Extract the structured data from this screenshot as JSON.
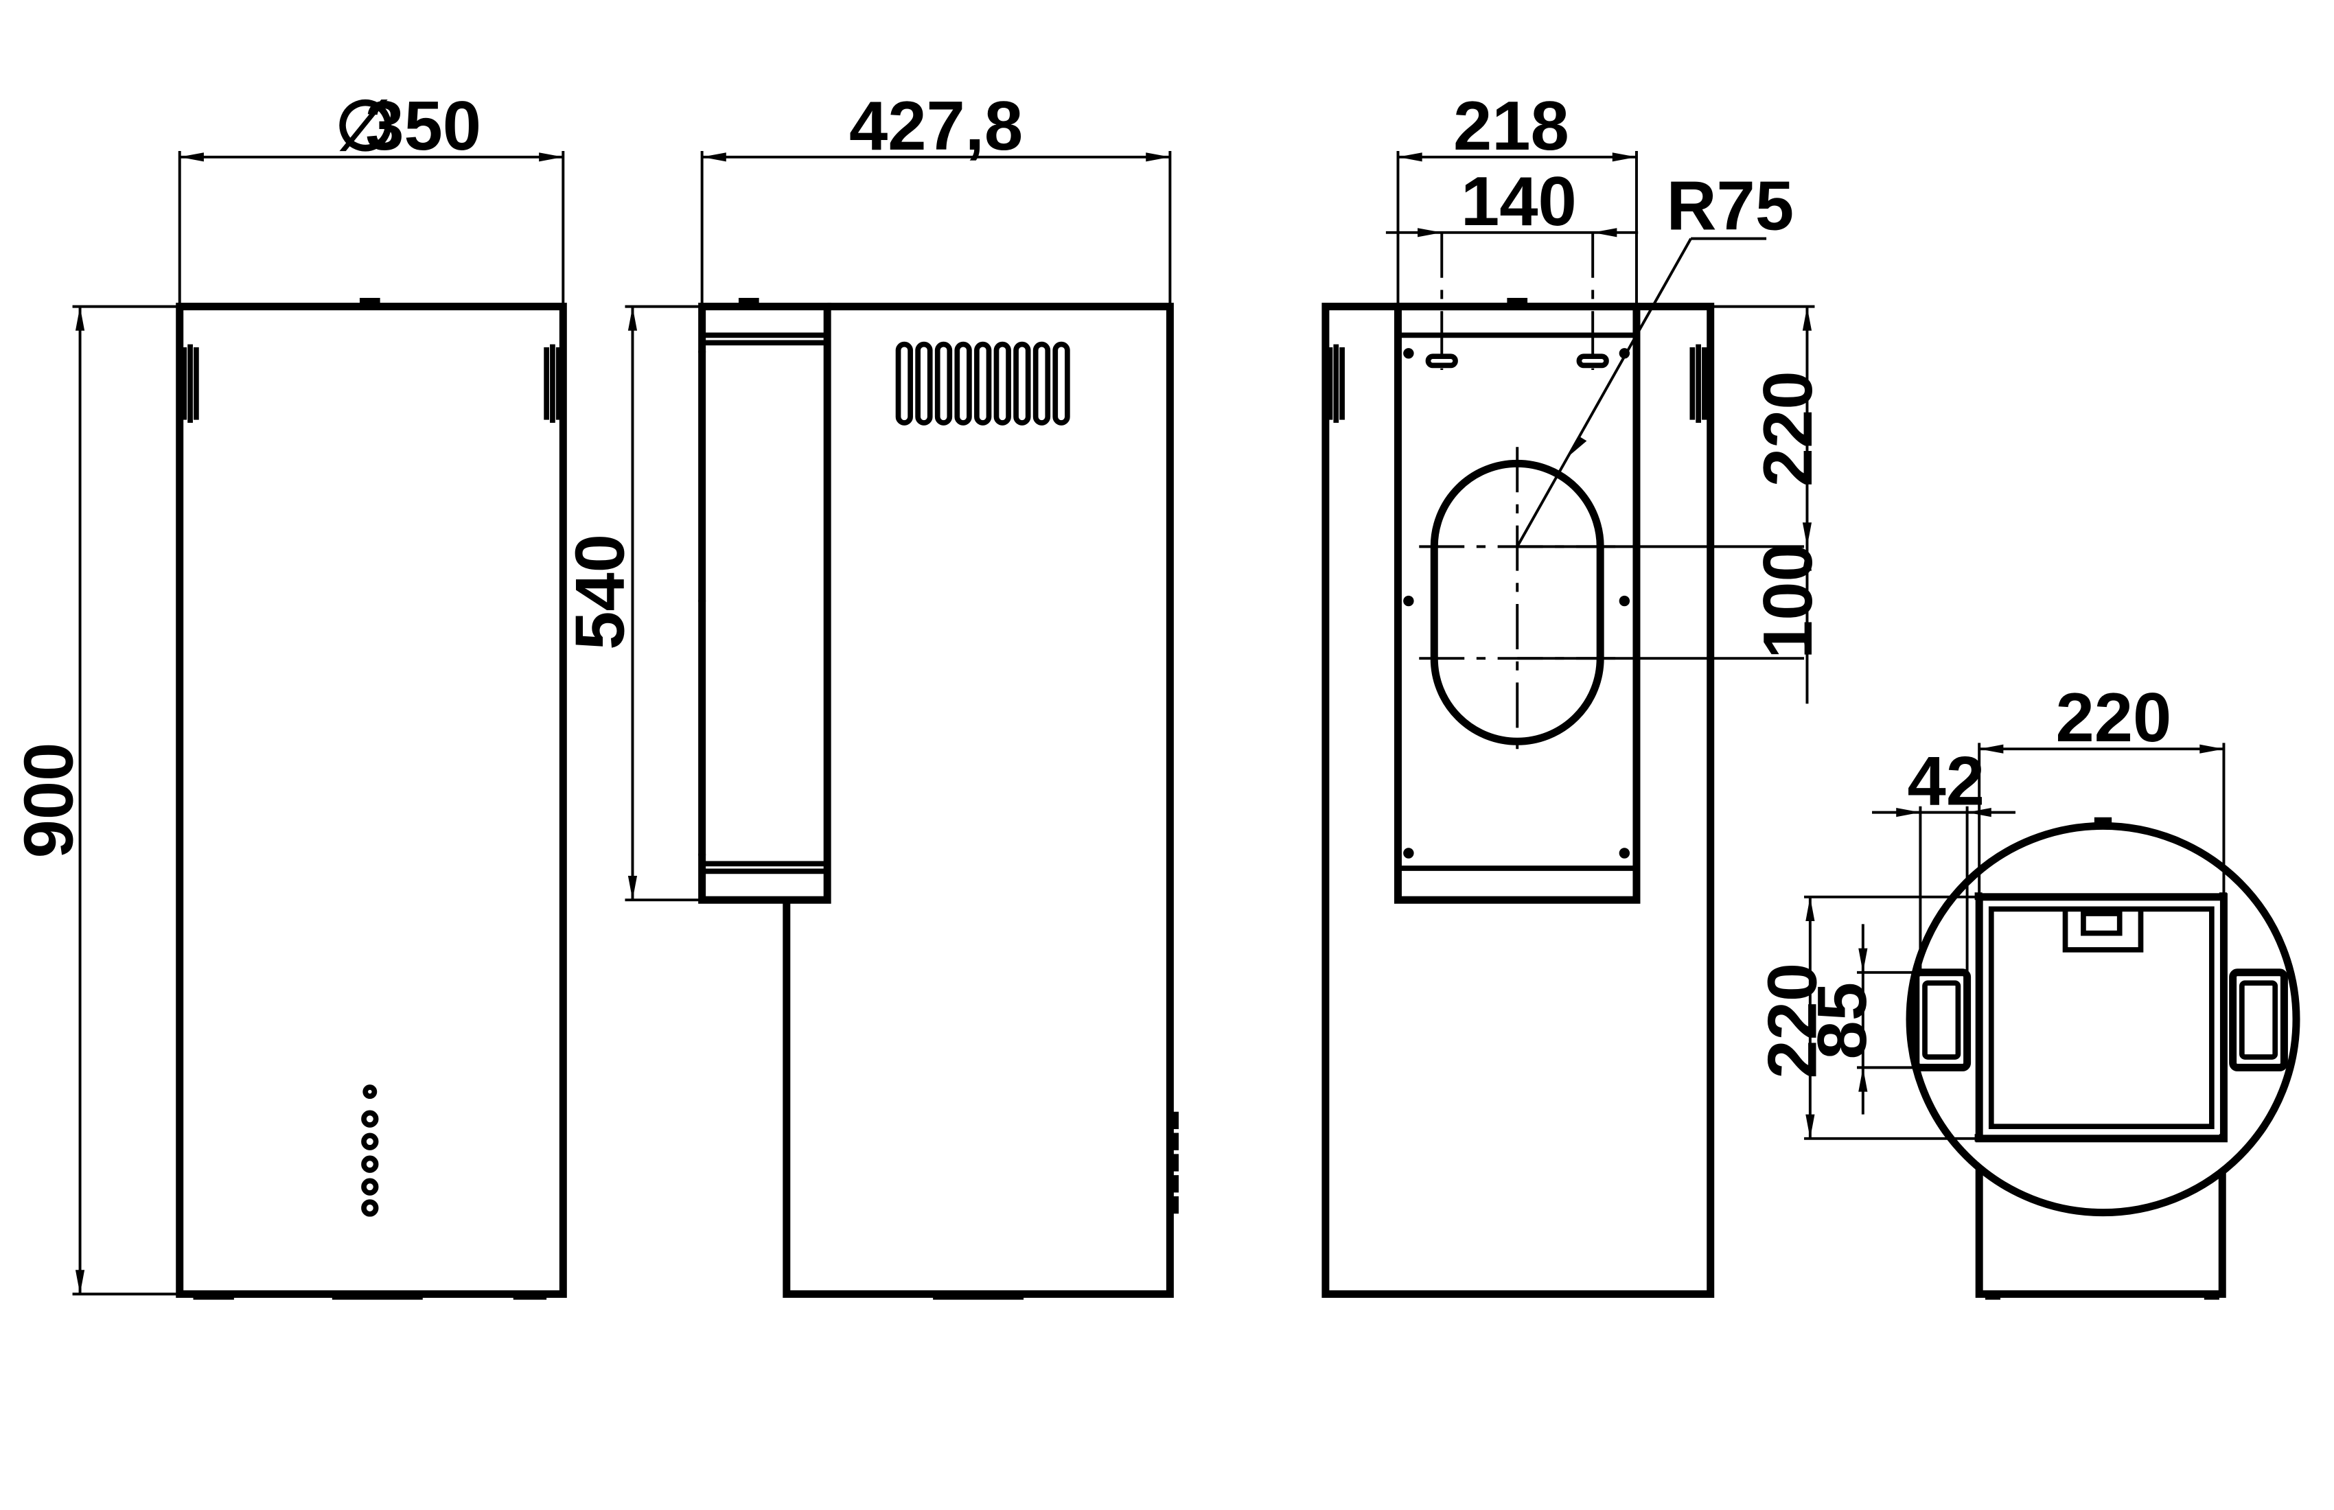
{
  "drawing": {
    "colors": {
      "line": "#000000",
      "background": "#ffffff"
    },
    "front_view": {
      "diameter_symbol": "∅",
      "width": "350",
      "height": "900"
    },
    "side_view": {
      "width": "427,8",
      "height": "540"
    },
    "back_view": {
      "width": "218",
      "hole_spacing": "140",
      "radius": "R75",
      "top_to_center": "220",
      "center_spacing": "100"
    },
    "top_view": {
      "width": "220",
      "offset": "42",
      "height": "220",
      "inner": "85"
    }
  }
}
